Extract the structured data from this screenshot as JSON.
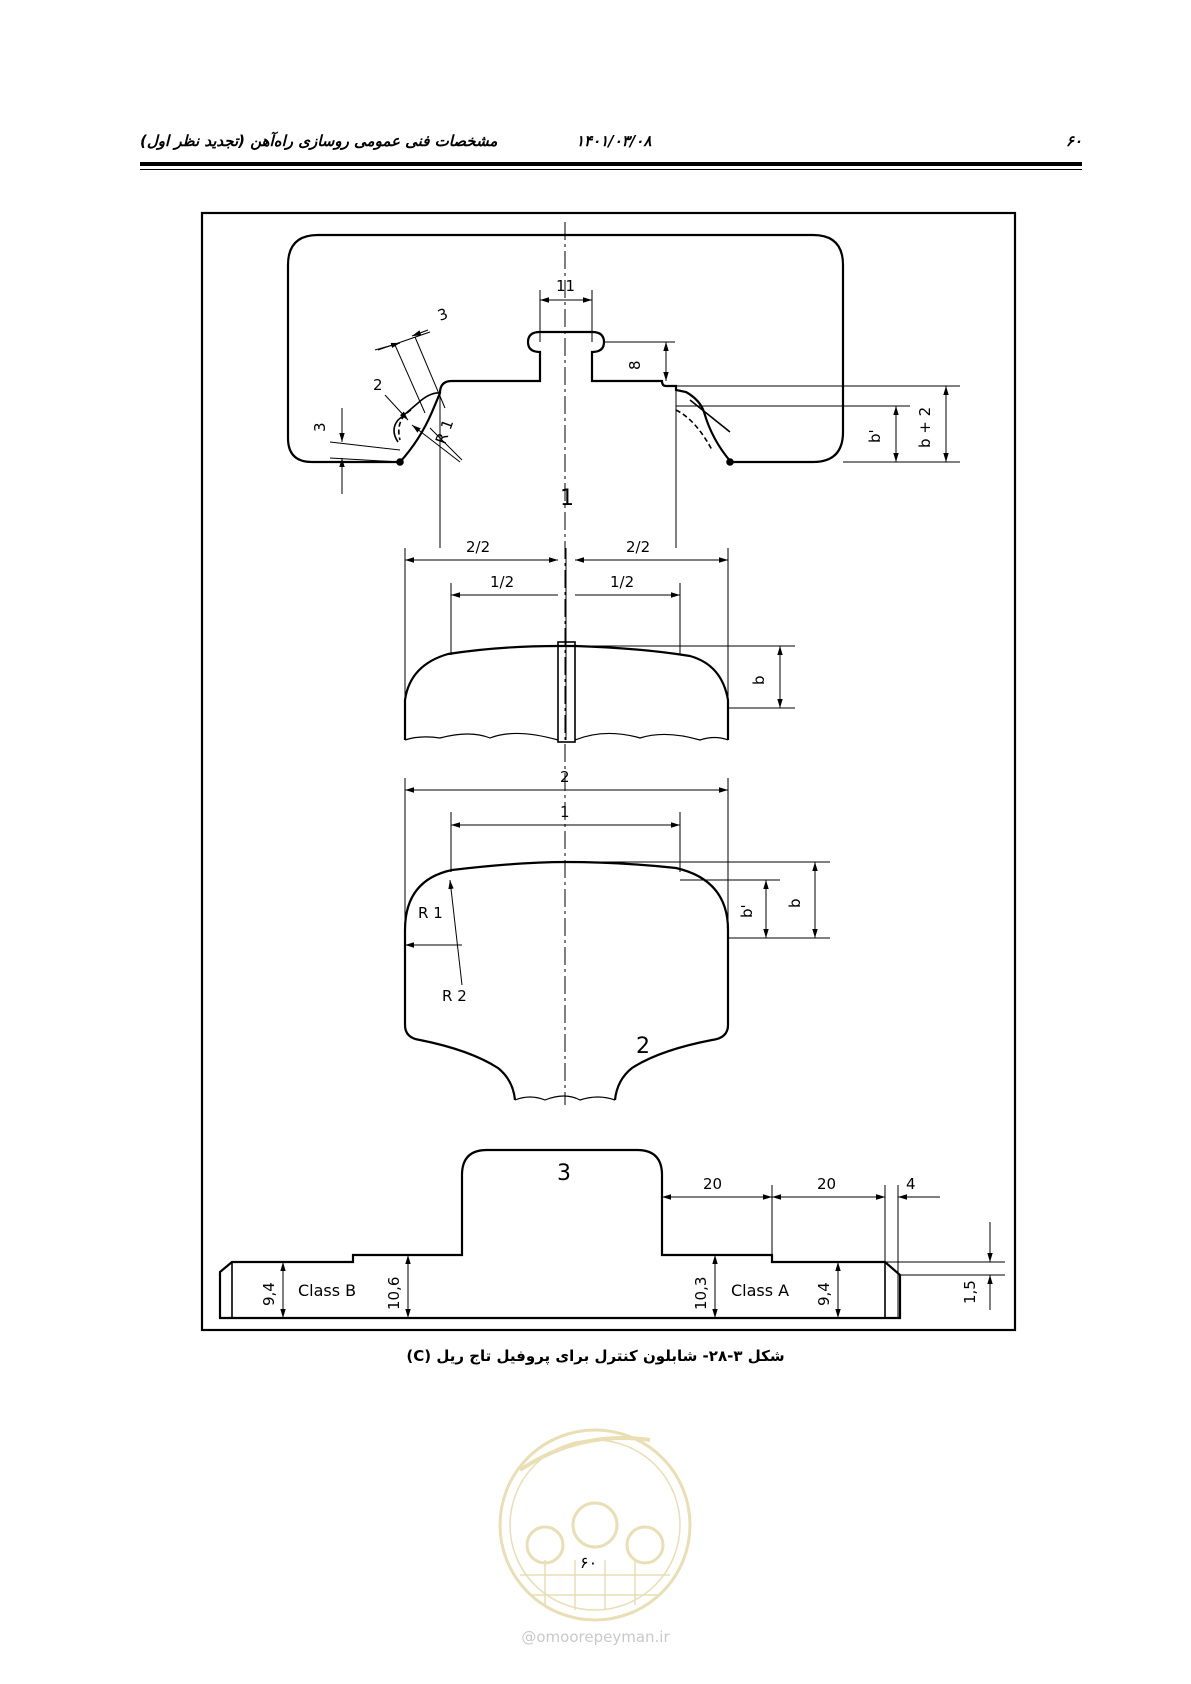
{
  "header": {
    "page_number": "۶۰",
    "date": "۱۴۰۱/۰۳/۰۸",
    "title": "مشخصات فنی عمومی روسازی راه‌آهن (تجدید نظر اول)"
  },
  "figure": {
    "caption": "شکل ۳-۲۸- شابلون کنترل برای پروفیل تاج ریل (C)",
    "part_labels": [
      "1",
      "2",
      "3"
    ],
    "dims": {
      "d11": "11",
      "d8": "8",
      "d3a": "3",
      "d2": "2",
      "r1_top": "R 1",
      "d3b": "3",
      "b_prime_top": "b'",
      "b_plus_2": "b + 2",
      "half_left_2": "2/2",
      "half_right_2": "2/2",
      "half_left_1": "1/2",
      "half_right_1": "1/2",
      "b_mid": "b",
      "w2": "2",
      "w1": "1",
      "b_prime_low": "b'",
      "b_low": "b",
      "r1_low": "R 1",
      "r2_low": "R 2",
      "d20a": "20",
      "d20b": "20",
      "d4": "4",
      "d15": "1,5",
      "d94_left": "9,4",
      "class_b": "Class B",
      "d106": "10,6",
      "d103": "10,3",
      "class_a": "Class A",
      "d94_right": "9,4"
    }
  },
  "footer": {
    "page_number": "۶۰",
    "watermark_url": "@omoorepeyman.ir"
  }
}
